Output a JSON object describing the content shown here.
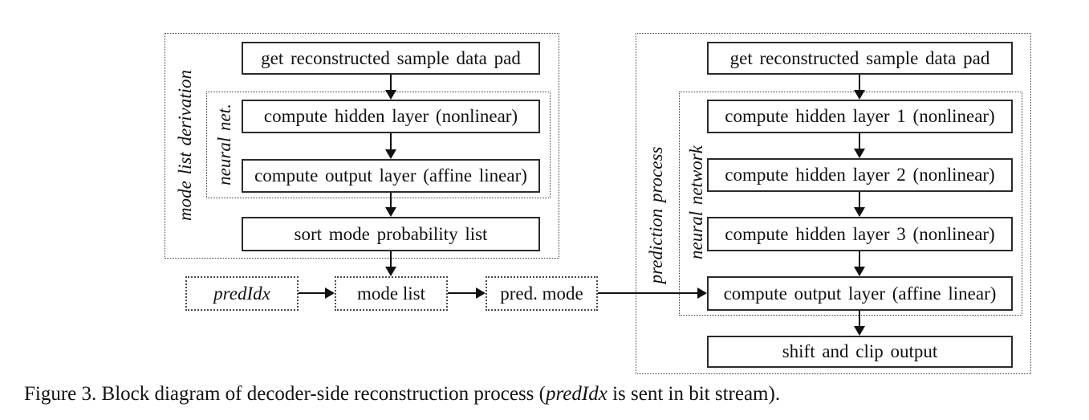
{
  "figure": {
    "caption_prefix": "Figure 3. Block diagram of decoder-side reconstruction process (",
    "caption_var": "predIdx",
    "caption_suffix": " is sent in bit stream)."
  },
  "diagram": {
    "left_group": {
      "label": "mode list derivation",
      "inner_label": "neural net.",
      "nodes": [
        "get reconstructed sample data pad",
        "compute hidden layer (nonlinear)",
        "compute output layer (affine linear)",
        "sort mode probability list"
      ]
    },
    "right_group": {
      "label": "prediction process",
      "inner_label": "neural network",
      "nodes": [
        "get reconstructed sample data pad",
        "compute hidden layer 1 (nonlinear)",
        "compute hidden layer 2 (nonlinear)",
        "compute hidden layer 3 (nonlinear)",
        "compute output layer (affine linear)",
        "shift and clip output"
      ]
    },
    "flow_nodes": {
      "pred_idx": "predIdx",
      "mode_list": "mode list",
      "pred_mode": "pred. mode"
    },
    "colors": {
      "box_border": "#2b2b2b",
      "dashed_border": "#3f3f3f",
      "text": "#111111",
      "background": "#ffffff"
    }
  }
}
